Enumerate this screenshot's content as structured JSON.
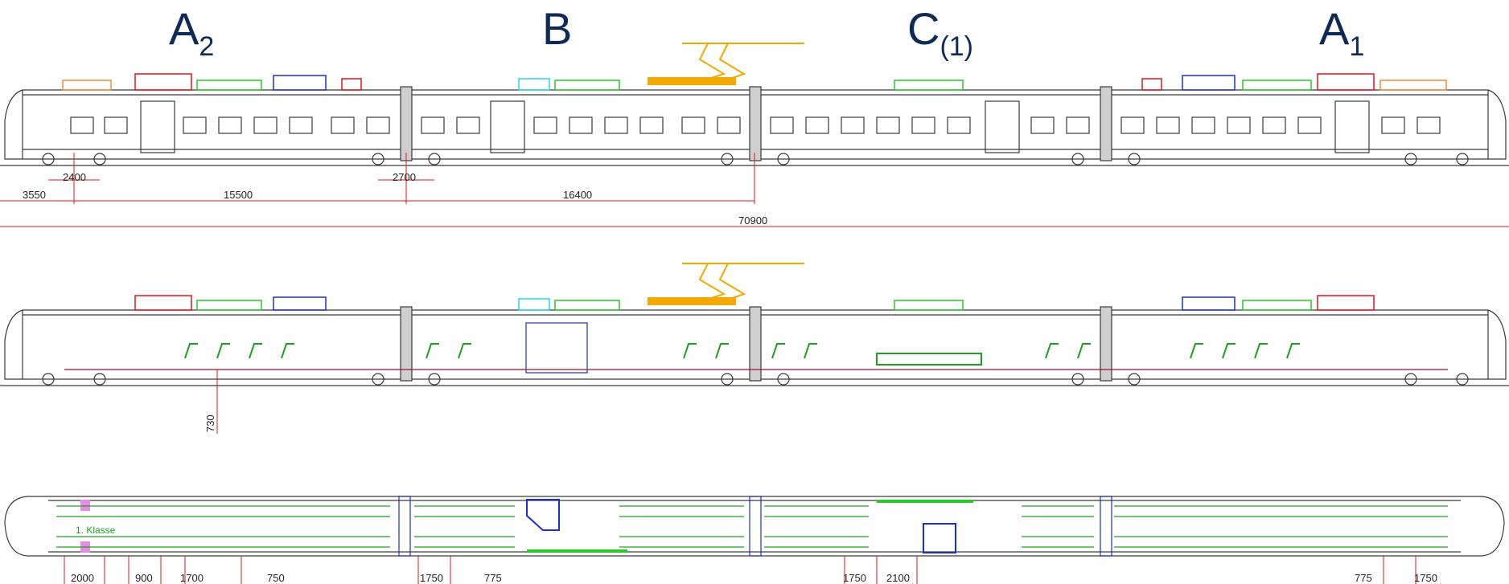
{
  "car_labels": [
    {
      "main": "A",
      "sub": "2"
    },
    {
      "main": "B",
      "sub": ""
    },
    {
      "main": "C",
      "sub": "(1)"
    },
    {
      "main": "A",
      "sub": "1"
    }
  ],
  "side_view_dimensions": {
    "bogie_wheelbase_end": "2400",
    "bogie_wheelbase_jacobs": "2700",
    "front_overhang": "3550",
    "pivot_distance_end_car": "15500",
    "pivot_distance_middle_car": "16400",
    "overall_length": "70900"
  },
  "section_view_dimensions": {
    "floor_height": "730"
  },
  "plan_view": {
    "class_label": "1. Klasse",
    "dimensions": [
      "2000",
      "900",
      "1700",
      "750",
      "1750",
      "775",
      "1750",
      "2100",
      "775",
      "1750"
    ]
  },
  "colors": {
    "line": "#3a3a3a",
    "dimension": "#e0151c",
    "seat": "#1ea01e",
    "roof_red": "#e0151c",
    "roof_green": "#28c828",
    "roof_blue": "#1c2fd0",
    "roof_orange": "#f08a3a",
    "roof_cyan": "#22d6e6",
    "pantograph": "#f2a900",
    "magenta": "#e040e0",
    "label": "#0d2b55"
  }
}
